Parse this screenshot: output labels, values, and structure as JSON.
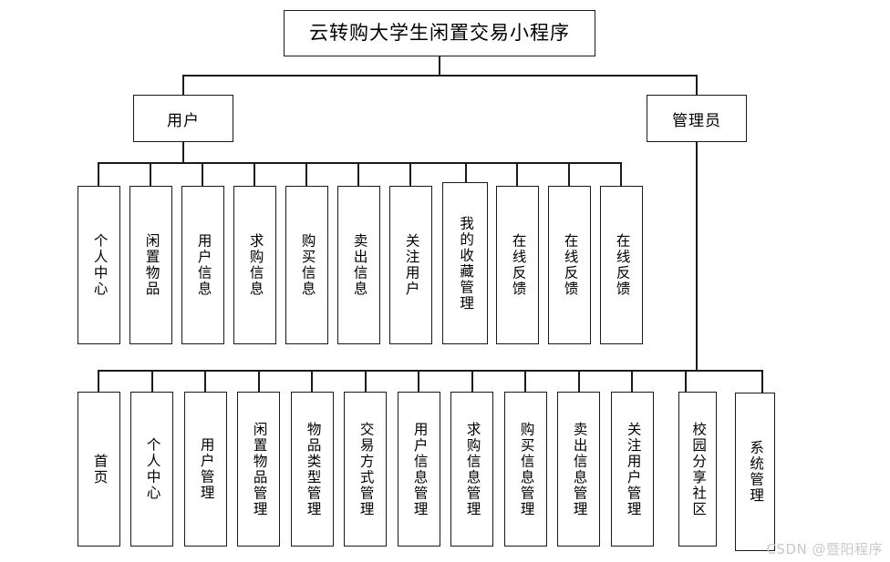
{
  "diagram": {
    "title": "云转购大学生闲置交易小程序",
    "type": "hierarchy-tree",
    "root": {
      "label": "云转购大学生闲置交易小程序"
    },
    "branches": [
      {
        "key": "user",
        "label": "用户",
        "children": [
          "个人中心",
          "闲置物品",
          "用户信息",
          "求购信息",
          "购买信息",
          "卖出信息",
          "关注用户",
          "我的收藏管理",
          "在线反馈",
          "在线反馈",
          "在线反馈"
        ]
      },
      {
        "key": "admin",
        "label": "管理员",
        "children": [
          "首页",
          "个人中心",
          "用户管理",
          "闲置物品管理",
          "物品类型管理",
          "交易方式管理",
          "用户信息管理",
          "求购信息管理",
          "购买信息管理",
          "卖出信息管理",
          "关注用户管理",
          "校园分享社区",
          "系统管理"
        ]
      }
    ]
  },
  "watermark": {
    "text": "CSDN @暨阳程序"
  },
  "colors": {
    "stroke": "#1a1a1a",
    "background": "#ffffff",
    "watermark": "#c9c9c9"
  }
}
